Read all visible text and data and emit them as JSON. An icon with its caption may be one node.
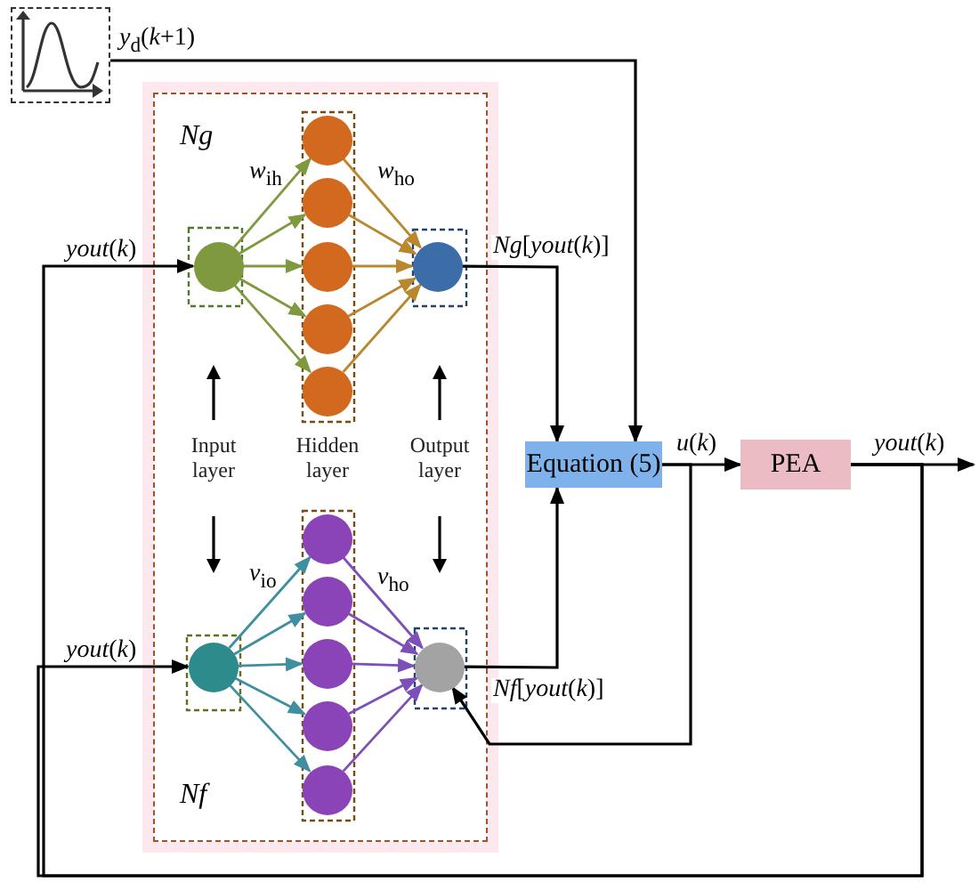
{
  "diagram": {
    "nodes": [
      {
        "text": [],
        "shape": "picture"
      },
      {
        "text": [
          "Ng",
          "Nf"
        ]
      },
      {
        "text": [],
        "shape": "circle",
        "in": 1
      },
      {
        "text": [],
        "shape": "circle",
        "in": 1
      },
      {
        "text": [],
        "shape": "circle",
        "in": 1
      },
      {
        "text": [],
        "shape": "circle",
        "in": 1
      },
      {
        "text": [],
        "shape": "circle",
        "in": 1
      },
      {
        "text": [],
        "shape": "circle",
        "in": 1
      },
      {
        "text": [],
        "shape": "circle",
        "in": 1
      },
      {
        "text": [],
        "shape": "circle",
        "in": 1
      },
      {
        "text": [],
        "shape": "circle",
        "in": 1
      },
      {
        "text": [],
        "shape": "circle",
        "in": 1
      },
      {
        "text": [],
        "shape": "circle",
        "in": 1
      },
      {
        "text": [],
        "shape": "circle",
        "in": 1
      },
      {
        "text": [],
        "shape": "circle",
        "in": 1
      },
      {
        "text": [],
        "shape": "circle",
        "in": 1
      },
      {
        "text": [
          "Equation (5)"
        ]
      },
      {
        "text": [
          "PEA"
        ]
      }
    ],
    "edges": [
      {
        "from": 0,
        "to": 16,
        "arrow": "to",
        "label": "*y*$_{d}$(*k*+1)"
      },
      {
        "from": 17,
        "to": 2,
        "arrow": "to",
        "label": "*yout*(*k*)"
      },
      {
        "from": 17,
        "to": 9,
        "arrow": "to",
        "label": "*yout*(*k*)"
      },
      {
        "from": 2,
        "to": 3,
        "arrow": "to",
        "color": "#7f9a3e"
      },
      {
        "from": 2,
        "to": 4,
        "arrow": "to",
        "color": "#7f9a3e"
      },
      {
        "from": 2,
        "to": 5,
        "arrow": "to",
        "color": "#7f9a3e"
      },
      {
        "from": 2,
        "to": 6,
        "arrow": "to",
        "color": "#7f9a3e"
      },
      {
        "from": 2,
        "to": 7,
        "arrow": "to",
        "color": "#7f9a3e"
      },
      {
        "from": 3,
        "to": 8,
        "arrow": "to",
        "color": "#b9872e"
      },
      {
        "from": 4,
        "to": 8,
        "arrow": "to",
        "color": "#b9872e"
      },
      {
        "from": 5,
        "to": 8,
        "arrow": "to",
        "color": "#b9872e"
      },
      {
        "from": 6,
        "to": 8,
        "arrow": "to",
        "color": "#b9872e"
      },
      {
        "from": 7,
        "to": 8,
        "arrow": "to",
        "color": "#b9872e"
      },
      {
        "from": 9,
        "to": 10,
        "arrow": "to",
        "color": "#3f8fa0"
      },
      {
        "from": 9,
        "to": 11,
        "arrow": "to",
        "color": "#3f8fa0"
      },
      {
        "from": 9,
        "to": 12,
        "arrow": "to",
        "color": "#3f8fa0"
      },
      {
        "from": 9,
        "to": 13,
        "arrow": "to",
        "color": "#3f8fa0"
      },
      {
        "from": 9,
        "to": 14,
        "arrow": "to",
        "color": "#3f8fa0"
      },
      {
        "from": 10,
        "to": 15,
        "arrow": "to",
        "color": "#7d4fb8"
      },
      {
        "from": 11,
        "to": 15,
        "arrow": "to",
        "color": "#7d4fb8"
      },
      {
        "from": 12,
        "to": 15,
        "arrow": "to",
        "color": "#7d4fb8"
      },
      {
        "from": 13,
        "to": 15,
        "arrow": "to",
        "color": "#7d4fb8"
      },
      {
        "from": 14,
        "to": 15,
        "arrow": "to",
        "color": "#7d4fb8"
      },
      {
        "from": 8,
        "to": 16,
        "arrow": "to",
        "label": "*Ng*[*yout*(*k*)]"
      },
      {
        "from": 15,
        "to": 16,
        "arrow": "to",
        "label": "*Nf*[*yout*(*k*)]"
      },
      {
        "from": 16,
        "to": 17,
        "arrow": "to",
        "label": "*u*(*k*)"
      },
      {
        "from": 16,
        "to": 15,
        "arrow": "to"
      },
      {
        "from": 17,
        "to": null,
        "arrow": "to",
        "label": "*yout*(*k*)"
      }
    ],
    "labels": [
      "*w*$_{ih}$",
      "*w*$_{ho}$",
      "Input layer",
      "Hidden layer",
      "Output layer",
      "*v*$_{io}$",
      "*v*$_{ho}$"
    ]
  }
}
